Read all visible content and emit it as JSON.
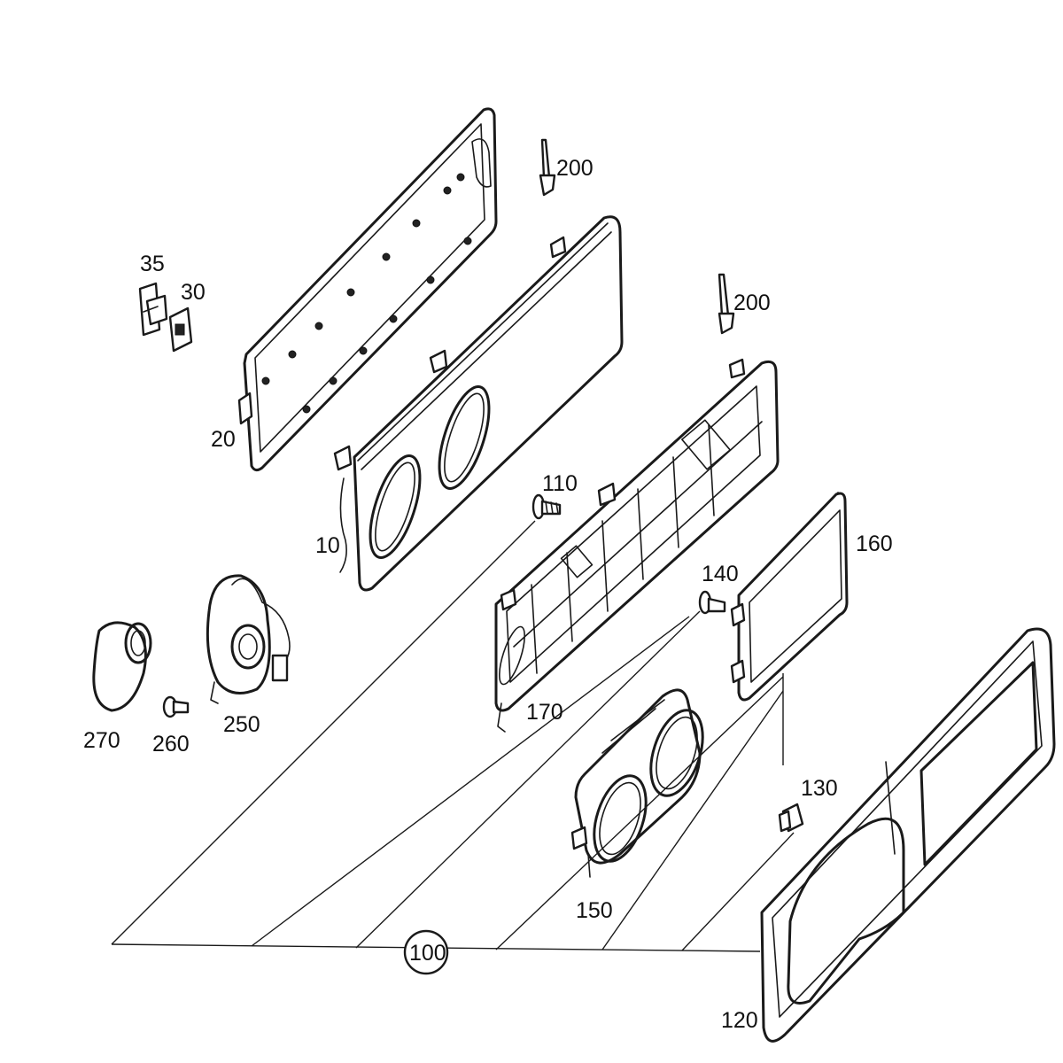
{
  "callouts": {
    "p10": "10",
    "p20": "20",
    "p30": "30",
    "p35": "35",
    "p100": "100",
    "p110": "110",
    "p120": "120",
    "p130": "130",
    "p140": "140",
    "p150": "150",
    "p160": "160",
    "p170": "170",
    "p200a": "200",
    "p200b": "200",
    "p250": "250",
    "p260": "260",
    "p270": "270"
  }
}
